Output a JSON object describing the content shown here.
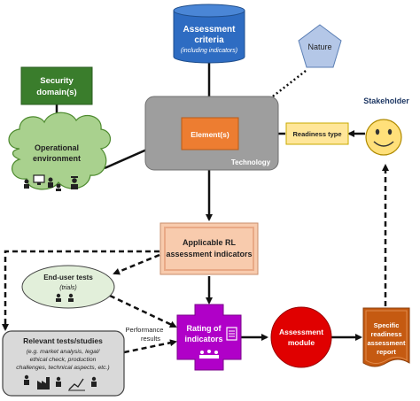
{
  "nodes": {
    "assessment_criteria": {
      "line1": "Assessment",
      "line2": "criteria",
      "line3": "(including indicators)"
    },
    "nature": {
      "label": "Nature"
    },
    "security_domains": {
      "line1": "Security",
      "line2": "domain(s)"
    },
    "stakeholder": {
      "label": "Stakeholder"
    },
    "technology": {
      "label": "Technology"
    },
    "elements": {
      "label": "Element(s)"
    },
    "readiness_type": {
      "label": "Readiness type"
    },
    "operational_environment": {
      "line1": "Operational",
      "line2": "environment"
    },
    "applicable_rl": {
      "line1": "Applicable RL",
      "line2": "assessment indicators"
    },
    "end_user_tests": {
      "line1": "End-user tests",
      "line2": "(trials)"
    },
    "performance_results": {
      "line1": "Performance",
      "line2": "results"
    },
    "rating": {
      "line1": "Rating of",
      "line2": "indicators"
    },
    "assessment_module": {
      "line1": "Assessment",
      "line2": "module"
    },
    "report": {
      "line1": "Specific",
      "line2": "readiness",
      "line3": "assessment",
      "line4": "report"
    },
    "relevant_tests": {
      "line1": "Relevant tests/studies",
      "line2": "(e.g. market analysis, legal/",
      "line3": "ethical check, production",
      "line4": "challenges, technical aspects, etc.)"
    }
  },
  "colors": {
    "cylinder_blue": "#2e6cc2",
    "nature_blue": "#b4c7e7",
    "security_green": "#3a7d2c",
    "cloud_green": "#a9d18e",
    "technology_gray": "#9e9e9e",
    "element_orange": "#ed7d31",
    "readiness_yellow": "#ffe699",
    "smiley_yellow": "#ffe07a",
    "rl_peach": "#f8cbad",
    "end_user_green": "#e2efda",
    "rating_purple": "#b000c8",
    "module_red": "#e00000",
    "report_orange": "#c55a11"
  },
  "icons": [
    "people-icon",
    "computer-icon",
    "police-icon",
    "smiley-icon",
    "checklist-icon",
    "factory-icon",
    "chart-icon"
  ]
}
